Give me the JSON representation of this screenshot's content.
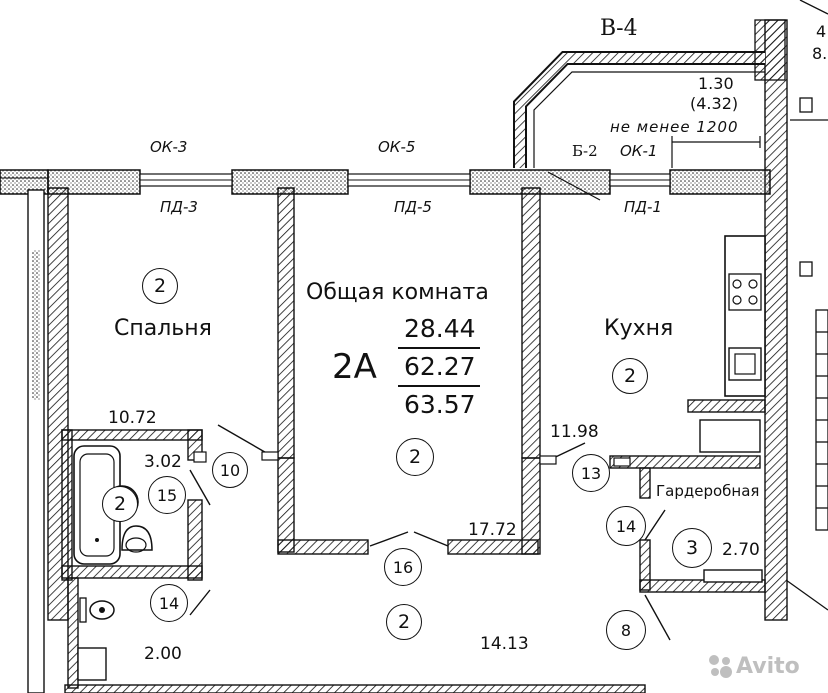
{
  "plan": {
    "section_label": "В-4",
    "apartment": {
      "code": "2А",
      "living_area": "28.44",
      "total_area": "62.27",
      "total_area_with_balcony": "63.57"
    },
    "rooms": [
      {
        "name": "Общая комната",
        "zone": "2"
      },
      {
        "name": "Спальня",
        "zone": "2"
      },
      {
        "name": "Кухня",
        "zone": "2"
      },
      {
        "name": "Гардеробная",
        "zone": "3"
      }
    ],
    "balcony": {
      "area": "1.30",
      "area_full": "(4.32)",
      "note": "не менее 1200",
      "label": "Б-2"
    },
    "windows": [
      "ОК-3",
      "ОК-5",
      "ОК-1"
    ],
    "sills": [
      "ПД-3",
      "ПД-5",
      "ПД-1"
    ],
    "areas": [
      "10.72",
      "3.02",
      "11.98",
      "17.72",
      "2.70",
      "14.13",
      "2.00"
    ],
    "zone_markers": [
      "2",
      "2",
      "2",
      "2",
      "2",
      "3"
    ],
    "number_markers": [
      "10",
      "15",
      "13",
      "14",
      "16",
      "14",
      "8"
    ],
    "partial_text": [
      "4",
      "8."
    ],
    "watermark": "Avito"
  }
}
